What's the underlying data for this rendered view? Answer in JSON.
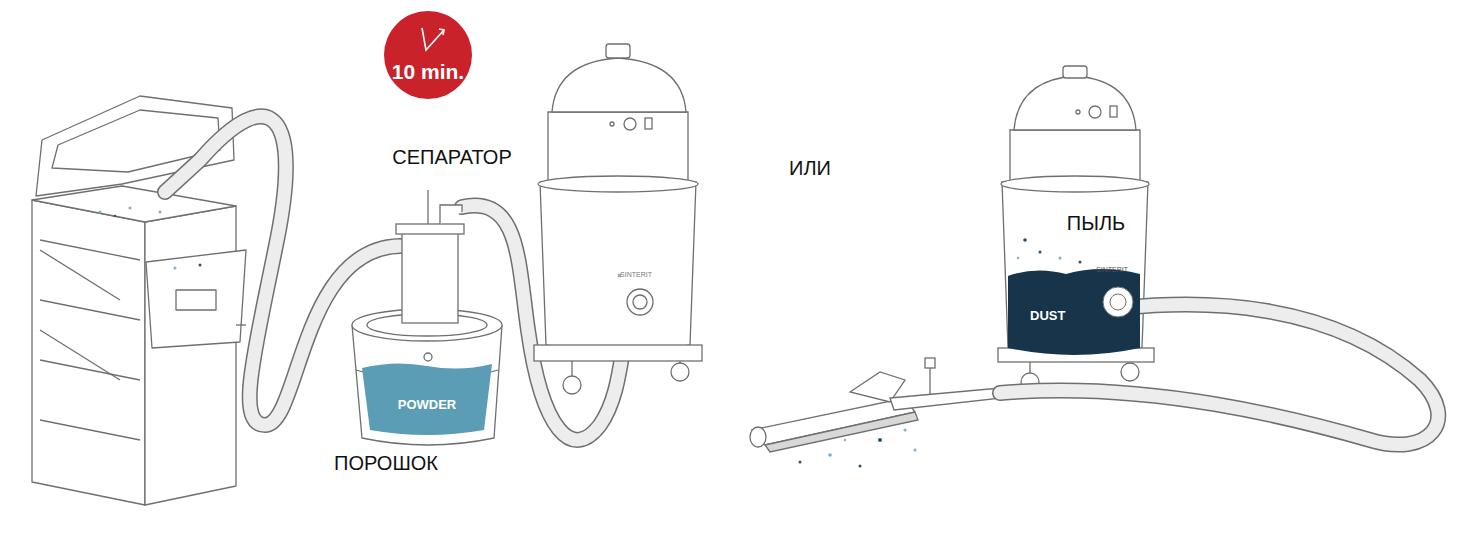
{
  "diagram": {
    "nodes": [
      {
        "text": [
          "10 min."
        ]
      },
      {
        "text": [
          "POWDER"
        ]
      },
      {
        "text": [
          "DUST"
        ]
      }
    ],
    "labels": [
      "СЕПАРАТОР",
      "ИЛИ",
      "ПЫЛЬ",
      "ПОРОШОК",
      "SINTERIT",
      "SINTERIT"
    ]
  }
}
